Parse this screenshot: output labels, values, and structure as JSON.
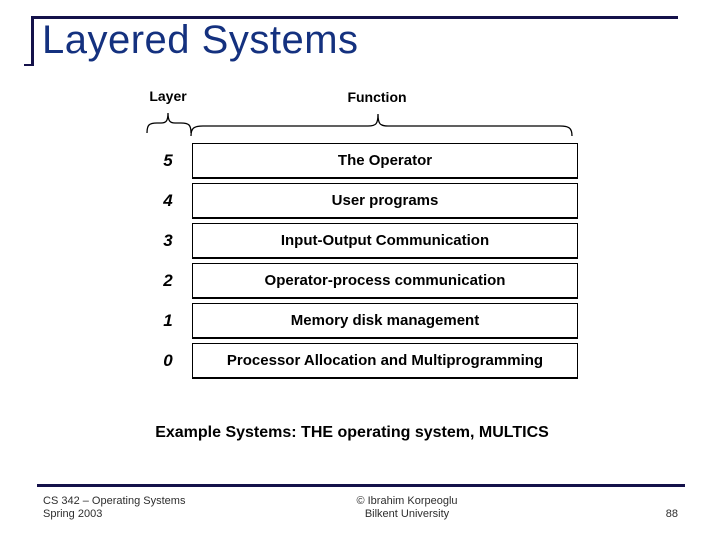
{
  "slide": {
    "title": "Layered Systems",
    "column_headers": {
      "layer": "Layer",
      "function": "Function"
    },
    "layers": [
      {
        "level": "5",
        "function": "The Operator"
      },
      {
        "level": "4",
        "function": "User programs"
      },
      {
        "level": "3",
        "function": "Input-Output Communication"
      },
      {
        "level": "2",
        "function": "Operator-process communication"
      },
      {
        "level": "1",
        "function": "Memory disk management"
      },
      {
        "level": "0",
        "function": "Processor Allocation and Multiprogramming"
      }
    ],
    "example_note": "Example Systems: THE operating system, MULTICS",
    "footer": {
      "course_line1": "CS 342 – Operating Systems",
      "course_line2": "Spring 2003",
      "credit_line1": "© Ibrahim Korpeoglu",
      "credit_line2": "Bilkent University",
      "page_number": "88"
    },
    "colors": {
      "title_text": "#14317f",
      "accent_line": "#14114a",
      "box_border": "#000000",
      "background": "#ffffff"
    }
  }
}
